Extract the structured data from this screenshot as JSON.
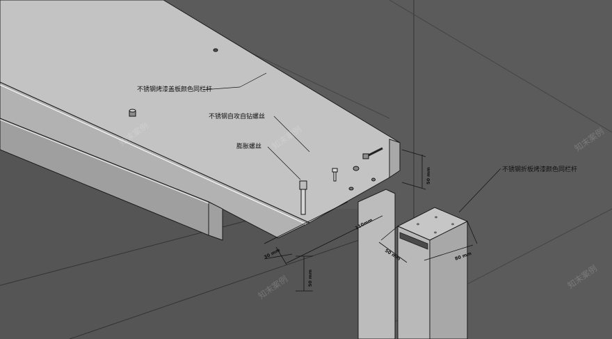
{
  "labels": {
    "cover_plate": "不锈钢烤漆盖板颜色同栏杆",
    "self_tapping_screw": "不锈钢自攻自钻螺丝",
    "expansion_screw": "膨胀螺丝",
    "post": "不锈钢折板烤漆颜色同栏杆"
  },
  "dimensions": {
    "lip_height": "50 mm",
    "plate_width": "110mm",
    "overhang": "30 mm",
    "drop": "50 mm",
    "post_depth": "50 mm",
    "post_width": "80 mm"
  },
  "watermark": "知末案例",
  "colors": {
    "background": "#5e5e5e",
    "panel": "#b5b5b5",
    "panel_top": "#c3c3c3",
    "post": "#bcbcbc",
    "line": "#1a1a1a"
  }
}
